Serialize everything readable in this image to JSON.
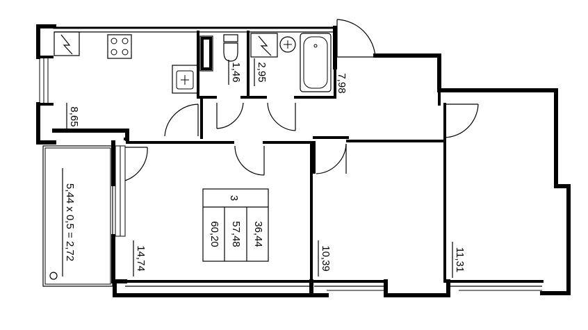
{
  "rooms": {
    "kitchen_area": "8,65",
    "toilet_area": "1,46",
    "bathroom_area": "2,95",
    "hall_area": "7,98",
    "living_room_area": "14,74",
    "bedroom_middle_area": "10,39",
    "bedroom_right_area": "11,31"
  },
  "balcony": {
    "formula": "5,44 x 0,5 = 2,72"
  },
  "summary_table": {
    "rooms_count": "3",
    "total_area": "60,20",
    "useful_area": "57,48",
    "living_area": "36,44"
  }
}
